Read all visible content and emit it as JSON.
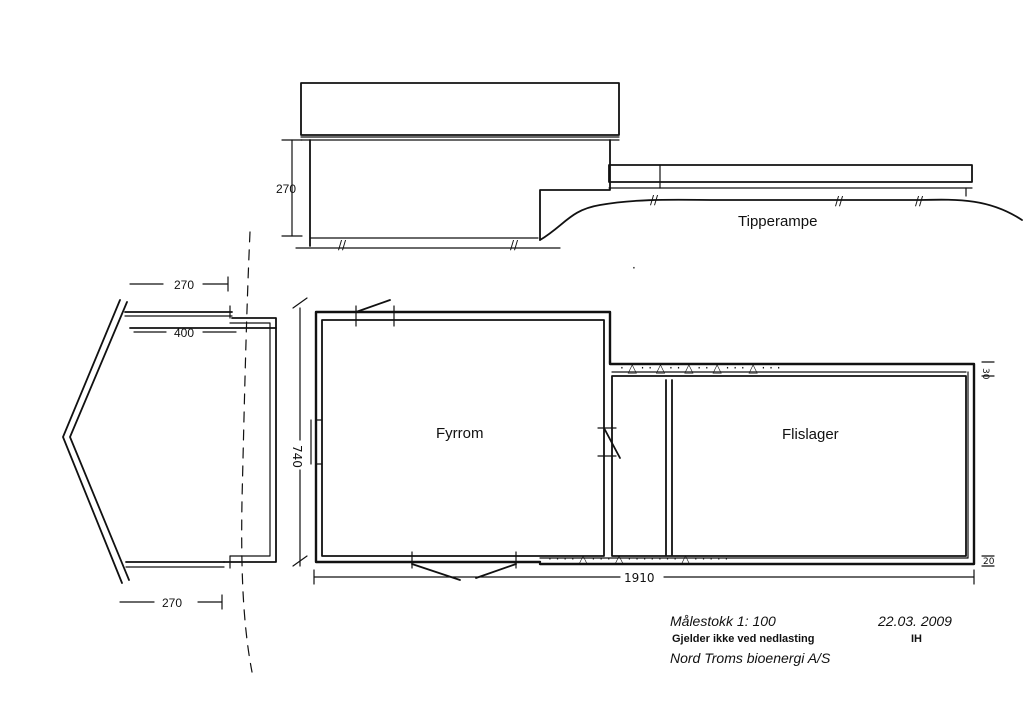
{
  "rooms": {
    "fyrrom": "Fyrrom",
    "flislager": "Flislager"
  },
  "elevation": {
    "label": "Tipperampe",
    "height_dim": "270"
  },
  "dimensions": {
    "left_top": "270",
    "left_inner": "400",
    "left_bottom": "270",
    "height": "740",
    "length": "1910",
    "wall_top": "30",
    "wall_bottom": "20"
  },
  "title_block": {
    "scale": "Målestokk 1: 100",
    "date": "22.03. 2009",
    "disclaimer": "Gjelder ikke ved nedlasting",
    "initials": "IH",
    "company": "Nord Troms bioenergi A/S"
  }
}
